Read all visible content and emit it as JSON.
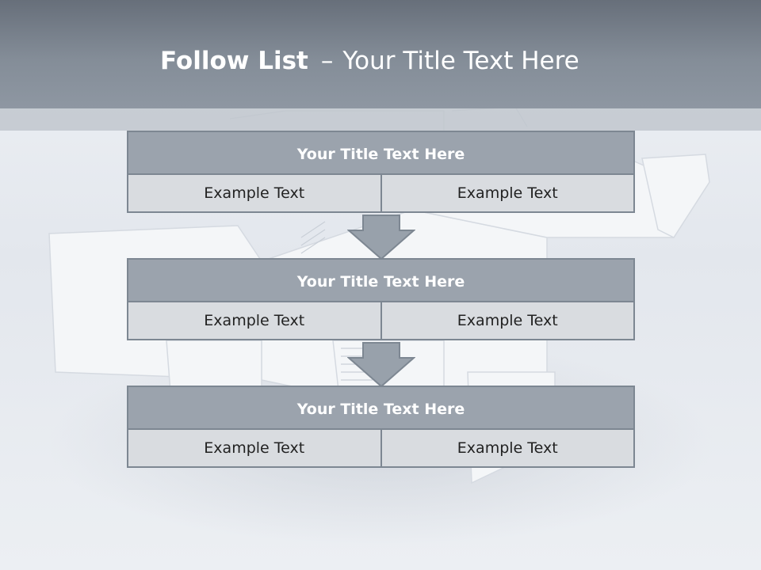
{
  "title": {
    "bold": "Follow List",
    "dash": "–",
    "rest": "Your Title Text Here"
  },
  "blocks": [
    {
      "title": "Your Title Text Here",
      "cells": [
        "Example Text",
        "Example Text"
      ]
    },
    {
      "title": "Your Title Text Here",
      "cells": [
        "Example Text",
        "Example Text"
      ]
    },
    {
      "title": "Your Title Text Here",
      "cells": [
        "Example Text",
        "Example Text"
      ]
    }
  ],
  "colors": {
    "header": "#7f8893",
    "block_title": "#9ba3ad",
    "block_row": "#d9dce0",
    "border": "#7d8792",
    "arrow": "#98a1ab"
  }
}
